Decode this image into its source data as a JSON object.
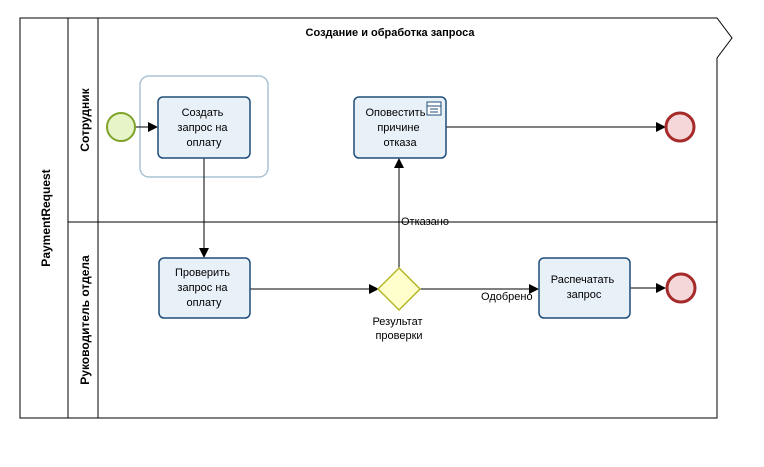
{
  "pool": {
    "name": "PaymentRequest",
    "title": "Создание  и обработка  запроса"
  },
  "lanes": [
    {
      "name": "Сотрудник"
    },
    {
      "name": "Руководитель отдела"
    }
  ],
  "tasks": {
    "create": [
      "Создать",
      "запрос на",
      "оплату"
    ],
    "notify": [
      "Оповестить",
      "причине",
      "отказа"
    ],
    "check": [
      "Проверить",
      "запрос на",
      "оплату"
    ],
    "print": [
      "Распечатать",
      "запрос"
    ]
  },
  "gateway": {
    "label": [
      "Результат",
      "проверки"
    ]
  },
  "flows": {
    "rejected": "Отказано",
    "approved": "Одобрено"
  },
  "colors": {
    "task_fill": "#e8f0f8",
    "task_stroke": "#1f4e79",
    "start_fill": "#e6f4c7",
    "start_stroke": "#7ea32a",
    "end_fill": "#f5d7da",
    "end_stroke": "#a52a2a",
    "gateway_fill": "#ffffcc",
    "gateway_stroke": "#b5b52a",
    "group_stroke": "#a9c3d6"
  }
}
